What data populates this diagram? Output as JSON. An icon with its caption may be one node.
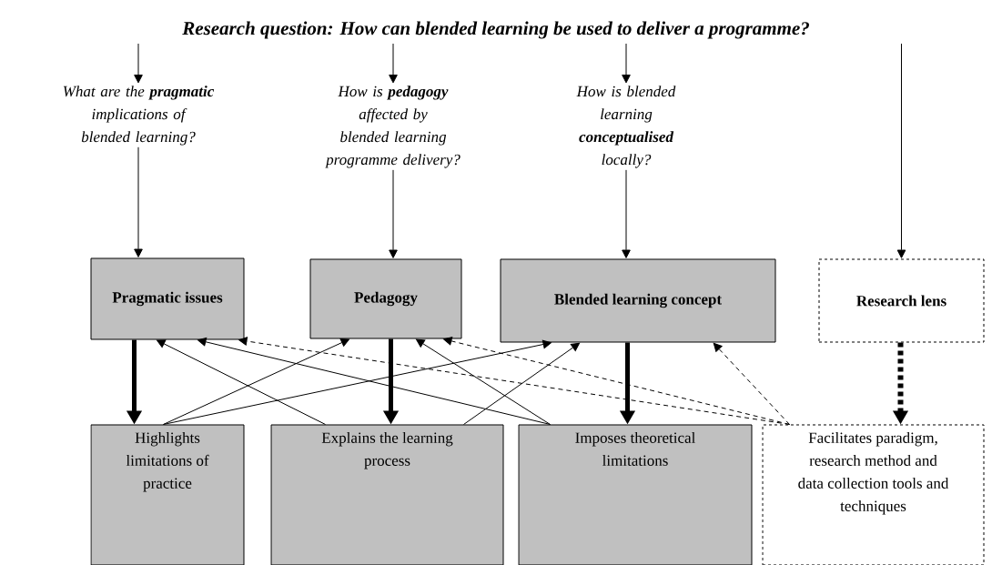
{
  "diagram": {
    "title": "Research question: How can blended learning be used to deliver a programme?",
    "nodes": [
      {
        "text": [
          "What are the **pragmatic** implications of blended learning?"
        ]
      },
      {
        "text": [
          "How is **pedagogy** affected by blended learning programme delivery?"
        ]
      },
      {
        "text": [
          "How is blended learning **conceptualised** locally?"
        ]
      },
      {
        "text": [
          "Pragmatic issues"
        ]
      },
      {
        "text": [
          "Pedagogy"
        ]
      },
      {
        "text": [
          "Blended learning concept"
        ]
      },
      {
        "text": [
          "Research lens"
        ]
      },
      {
        "text": [
          "Highlights limitations of practice"
        ]
      },
      {
        "text": [
          "Explains the learning process"
        ]
      },
      {
        "text": [
          "Imposes theoretical limitations"
        ]
      },
      {
        "text": [
          "Facilitates paradigm, research method and data collection tools and techniques"
        ]
      }
    ],
    "edges": [
      {
        "from": null,
        "to": 0,
        "arrow": "to"
      },
      {
        "from": null,
        "to": 1,
        "arrow": "to"
      },
      {
        "from": null,
        "to": 2,
        "arrow": "to"
      },
      {
        "from": null,
        "to": 6,
        "arrow": "to"
      },
      {
        "from": 0,
        "to": 3,
        "arrow": "to"
      },
      {
        "from": 1,
        "to": 4,
        "arrow": "to"
      },
      {
        "from": 2,
        "to": 5,
        "arrow": "to"
      },
      {
        "from": 3,
        "to": 7,
        "arrow": "to",
        "style": "thick"
      },
      {
        "from": 4,
        "to": 8,
        "arrow": "to",
        "style": "thick"
      },
      {
        "from": 5,
        "to": 9,
        "arrow": "to",
        "style": "thick"
      },
      {
        "from": 6,
        "to": 10,
        "arrow": "to",
        "style": "dashed"
      },
      {
        "from": 7,
        "to": 4,
        "arrow": "to"
      },
      {
        "from": 7,
        "to": 5,
        "arrow": "to"
      },
      {
        "from": 8,
        "to": 3,
        "arrow": "to"
      },
      {
        "from": 8,
        "to": 5,
        "arrow": "to"
      },
      {
        "from": 9,
        "to": 3,
        "arrow": "to"
      },
      {
        "from": 9,
        "to": 4,
        "arrow": "to"
      },
      {
        "from": 10,
        "to": 3,
        "arrow": "to",
        "style": "dashed"
      },
      {
        "from": 10,
        "to": 4,
        "arrow": "to",
        "style": "dashed"
      },
      {
        "from": 10,
        "to": 5,
        "arrow": "to",
        "style": "dashed"
      }
    ]
  }
}
